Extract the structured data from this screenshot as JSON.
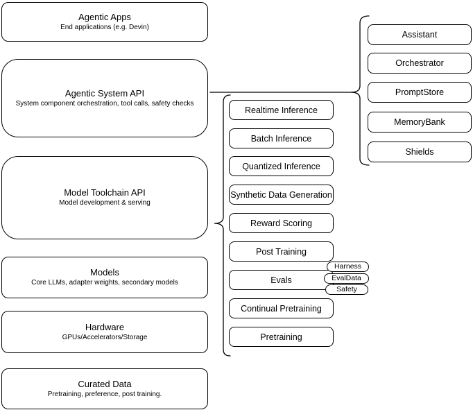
{
  "diagram": {
    "stack": [
      {
        "title": "Agentic Apps",
        "subtitle": "End applications (e.g. Devin)"
      },
      {
        "title": "Agentic System API",
        "subtitle": "System component orchestration, tool calls, safety checks"
      },
      {
        "title": "Model Toolchain API",
        "subtitle": "Model development & serving"
      },
      {
        "title": "Models",
        "subtitle": "Core LLMs, adapter weights, secondary models"
      },
      {
        "title": "Hardware",
        "subtitle": "GPUs/Accelerators/Storage"
      },
      {
        "title": "Curated Data",
        "subtitle": "Pretraining, preference, post training."
      }
    ],
    "toolchain": {
      "items": [
        "Realtime Inference",
        "Batch Inference",
        "Quantized Inference",
        "Synthetic Data Generation",
        "Reward Scoring",
        "Post Training",
        "Evals",
        "Continual Pretraining",
        "Pretraining"
      ],
      "eval_tags": [
        "Harness",
        "EvalData",
        "Safety"
      ]
    },
    "system_components": [
      "Assistant",
      "Orchestrator",
      "PromptStore",
      "MemoryBank",
      "Shields"
    ]
  },
  "colors": {
    "stroke": "#000000",
    "background": "#ffffff",
    "text": "#000000"
  }
}
